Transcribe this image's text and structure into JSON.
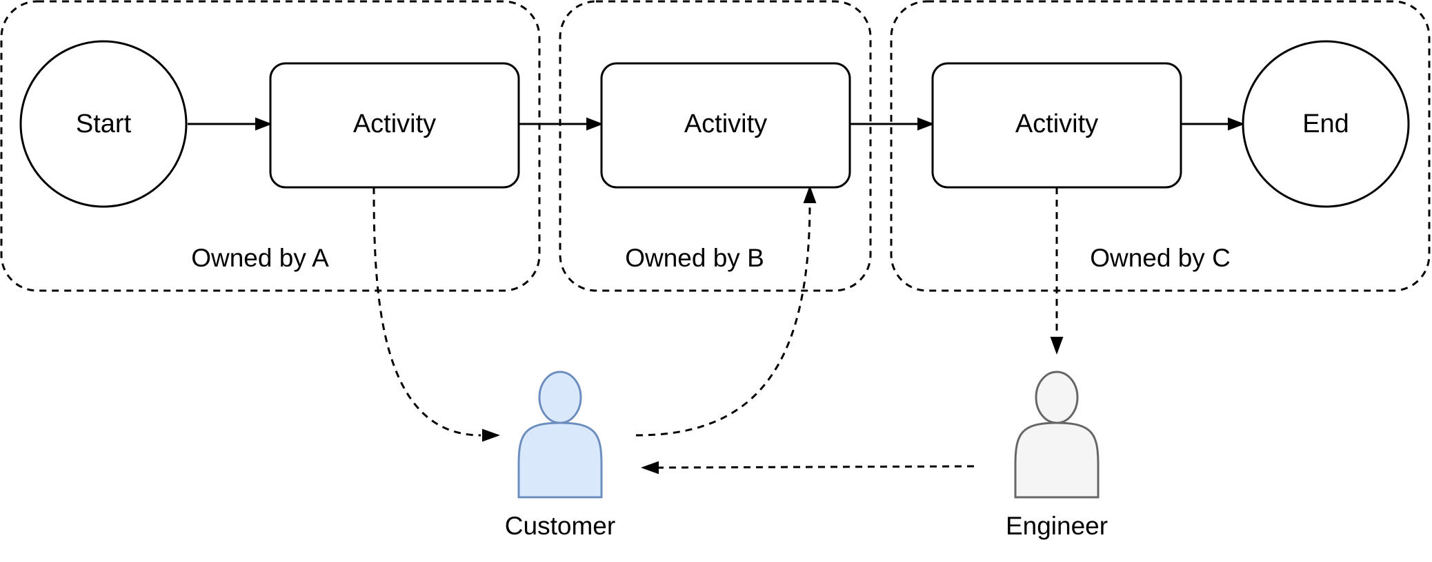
{
  "groups": [
    {
      "id": "group-a",
      "label": "Owned by A"
    },
    {
      "id": "group-b",
      "label": "Owned by B"
    },
    {
      "id": "group-c",
      "label": "Owned by C"
    }
  ],
  "nodes": {
    "start": {
      "label": "Start",
      "shape": "circle"
    },
    "activity_a": {
      "label": "Activity",
      "shape": "rounded-rectangle"
    },
    "activity_b": {
      "label": "Activity",
      "shape": "rounded-rectangle"
    },
    "activity_c": {
      "label": "Activity",
      "shape": "rounded-rectangle"
    },
    "end": {
      "label": "End",
      "shape": "circle"
    }
  },
  "actors": {
    "customer": {
      "label": "Customer",
      "fill": "#dae8fc",
      "stroke": "#6c8ebf",
      "icon": "person-icon"
    },
    "engineer": {
      "label": "Engineer",
      "fill": "#f5f5f5",
      "stroke": "#666666",
      "icon": "person-icon"
    }
  },
  "edges": [
    {
      "from": "start",
      "to": "activity_a",
      "style": "solid"
    },
    {
      "from": "activity_a",
      "to": "activity_b",
      "style": "solid"
    },
    {
      "from": "activity_b",
      "to": "activity_c",
      "style": "solid"
    },
    {
      "from": "activity_c",
      "to": "end",
      "style": "solid"
    },
    {
      "from": "activity_a",
      "to": "customer",
      "style": "dashed"
    },
    {
      "from": "customer",
      "to": "activity_b",
      "style": "dashed"
    },
    {
      "from": "activity_c",
      "to": "engineer",
      "style": "dashed"
    },
    {
      "from": "engineer",
      "to": "customer",
      "style": "dashed"
    }
  ],
  "colors": {
    "line": "#000000",
    "node_fill": "#ffffff",
    "background": "#ffffff"
  }
}
